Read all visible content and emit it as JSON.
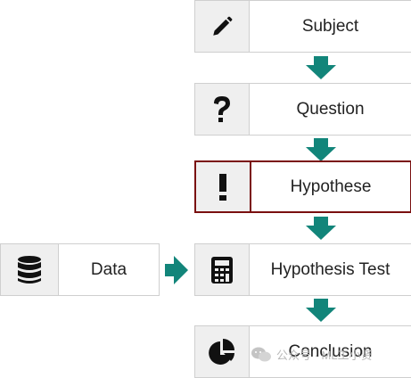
{
  "colors": {
    "arrow": "#12857a",
    "highlight_border": "#7a1010",
    "icon_bg": "#efefef"
  },
  "steps": [
    {
      "label": "Subject",
      "icon": "pencil-icon"
    },
    {
      "label": "Question",
      "icon": "question-mark-icon"
    },
    {
      "label": "Hypothese",
      "icon": "exclamation-mark-icon",
      "highlighted": true
    },
    {
      "label": "Hypothesis Test",
      "icon": "calculator-icon"
    },
    {
      "label": "Conclusion",
      "icon": "pie-chart-icon"
    }
  ],
  "input": {
    "label": "Data",
    "icon": "database-icon"
  },
  "watermark": {
    "text": "公众号 · ML工小贤",
    "icon": "wechat-icon"
  }
}
